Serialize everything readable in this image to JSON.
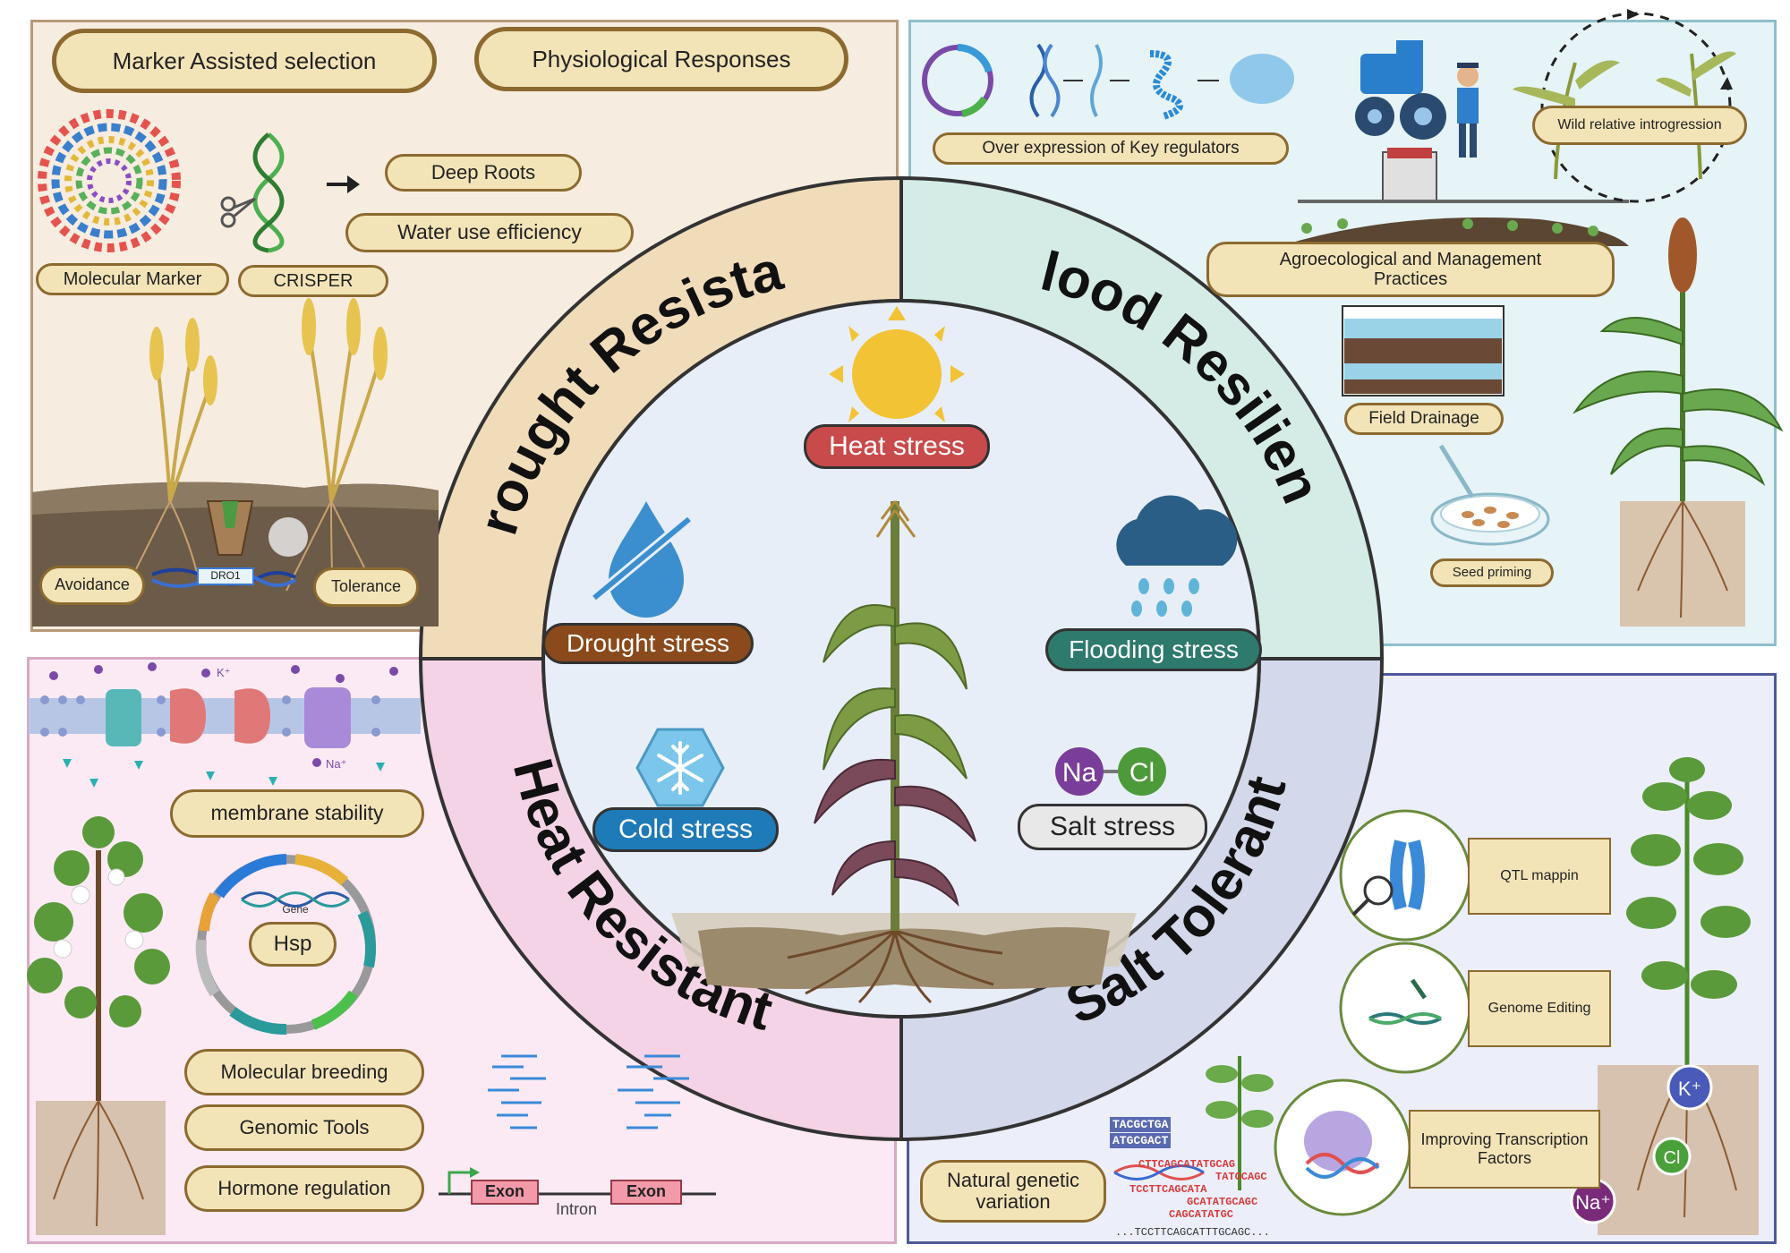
{
  "center_ring": {
    "drought_title": "Drought Resistant",
    "flood_title": "Flood Resilient",
    "heat_title": "Heat Resistant",
    "salt_title": "Salt Tolerant"
  },
  "stresses": {
    "heat": "Heat stress",
    "drought": "Drought stress",
    "flooding": "Flooding stress",
    "cold": "Cold stress",
    "salt": "Salt stress",
    "na_symbol": "Na",
    "cl_symbol": "Cl"
  },
  "drought_panel": {
    "marker_selection": "Marker Assisted selection",
    "physiological": "Physiological Responses",
    "deep_roots": "Deep Roots",
    "water_use": "Water use efficiency",
    "molecular_marker": "Molecular Marker",
    "crisper": "CRISPER",
    "avoidance": "Avoidance",
    "tolerance": "Tolerance",
    "dro1": "DRO1"
  },
  "flood_panel": {
    "overexpression": "Over expression of Key regulators",
    "wild_relative": "Wild relative introgression",
    "agroecological": "Agroecological and Management Practices",
    "field_drainage": "Field Drainage",
    "seed_priming": "Seed priming"
  },
  "heat_panel": {
    "membrane": "membrane stability",
    "gene": "Gene",
    "hsp": "Hsp",
    "molecular_breeding": "Molecular breeding",
    "genomic_tools": "Genomic Tools",
    "hormone": "Hormone regulation",
    "exon1": "Exon",
    "exon2": "Exon",
    "intron": "Intron",
    "k_ion": "K⁺",
    "na_ion": "Na⁺"
  },
  "salt_panel": {
    "qtl": "QTL mappin",
    "genome_editing": "Genome Editing",
    "improving_tf": "Improving Transcription Factors",
    "natural_variation": "Natural genetic variation",
    "k_plus": "K⁺",
    "cl": "Cl",
    "na_plus": "Na⁺",
    "seq_top1": "TACGCTGA",
    "seq_top2": "ATGCGACT",
    "seq_red1": "CTTCAGCATATGCAG",
    "seq_red2": "TATGCAGC",
    "seq_red3": "TCCTTCAGCATA",
    "seq_red4": "GCATATGCAGC",
    "seq_red5": "CAGCATATGC",
    "seq_bottom": "...TCCTTCAGCATTTGCAGC..."
  },
  "colors": {
    "drought_bg": "#f7ece0",
    "flood_bg": "#e6f3f7",
    "heat_bg": "#fbeaf4",
    "salt_bg": "#eceffa",
    "ring_drought": "#f1dcba",
    "ring_flood": "#d5ece6",
    "ring_heat": "#f4d3e6",
    "ring_salt": "#d3d8ea",
    "heat_stress": "#c94a4a",
    "drought_stress": "#8a4a1c",
    "flooding_stress": "#2e7a6c",
    "cold_stress": "#1f7ab8",
    "salt_stress": "#e8e8e8"
  }
}
